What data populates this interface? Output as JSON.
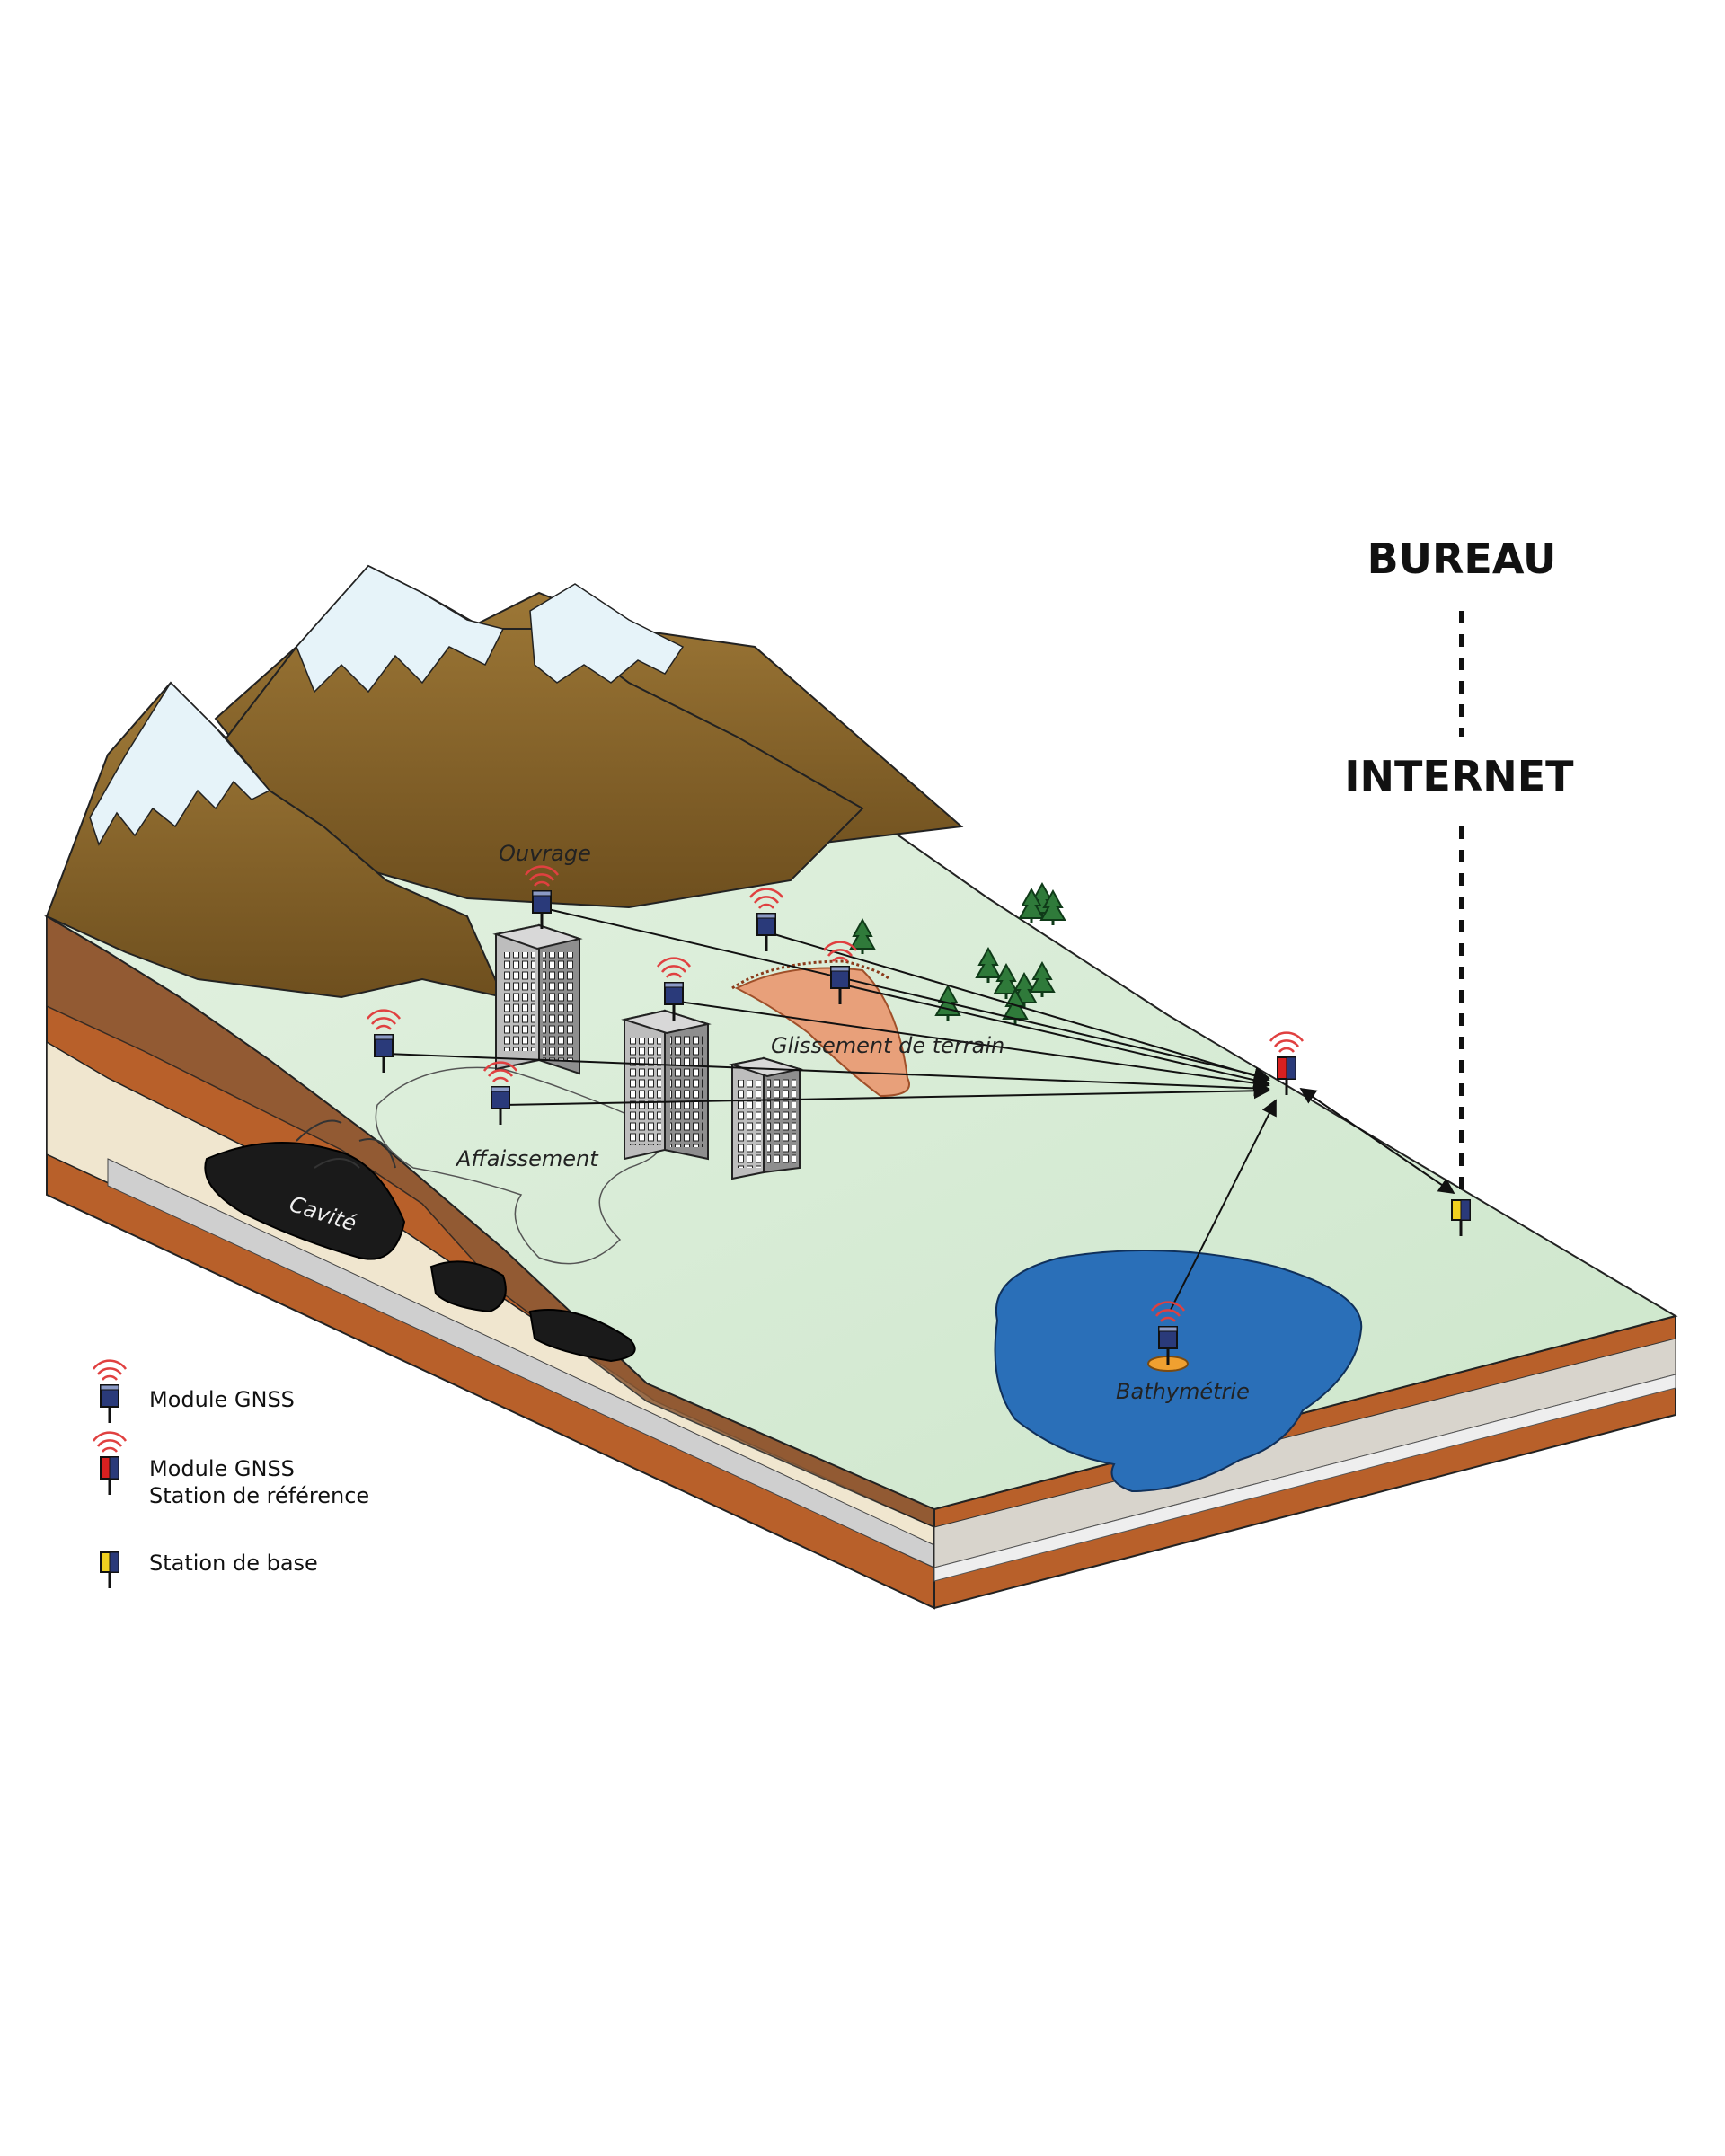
{
  "labels": {
    "bureau": "BUREAU",
    "internet": "INTERNET",
    "ouvrage": "Ouvrage",
    "glissement": "Glissement de terrain",
    "affaissement": "Affaissement",
    "cavite": "Cavité",
    "bathymetrie": "Bathymétrie"
  },
  "legend": {
    "module_gnss": "Module GNSS",
    "module_gnss_ref_line1": "Module GNSS",
    "module_gnss_ref_line2": "Station de référence",
    "station_base": "Station de base"
  },
  "colors": {
    "grass": "#d8ecd6",
    "mountain": "#8a6a2f",
    "snow": "#e6f3f9",
    "soil_dark": "#b8602a",
    "soil_light": "#f0e6cf",
    "lake": "#2a6fb8",
    "gnss_module": "#2a3a7a",
    "reference_station": "#d82020",
    "base_station": "#f0d020",
    "signal": "#e04040"
  }
}
